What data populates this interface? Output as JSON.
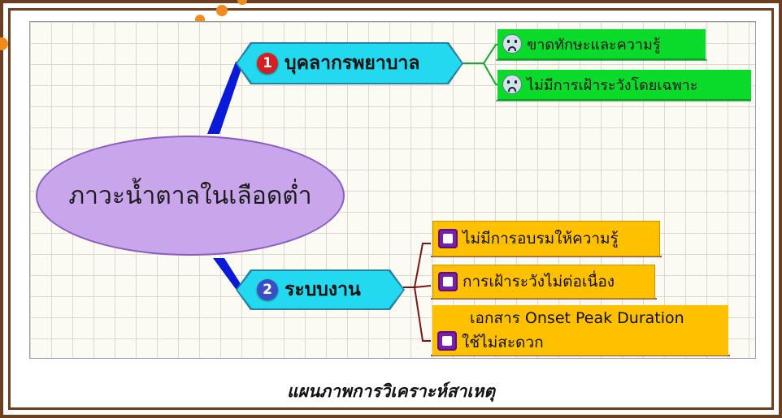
{
  "central_topic": "ภาวะน้ำตาลในเลือดต่ำ",
  "branches": [
    {
      "number": "1",
      "label": "บุคลากรพยาบาล",
      "color": "#22d9ef",
      "badge_color": "#d42020",
      "items": [
        {
          "icon": "sad-face-icon",
          "text": "ขาดทักษะและความรู้"
        },
        {
          "icon": "sad-face-icon",
          "text": "ไม่มีการเฝ้าระวังโดยเฉพาะ"
        }
      ]
    },
    {
      "number": "2",
      "label": "ระบบงาน",
      "color": "#22d9ef",
      "badge_color": "#3b4fc4",
      "items": [
        {
          "icon": "purple-square-icon",
          "text": "ไม่มีการอบรมให้ความรู้"
        },
        {
          "icon": "purple-square-icon",
          "text": "การเฝ้าระวังไม่ต่อเนื่อง"
        },
        {
          "icon": "purple-square-icon",
          "text_line1": "เอกสาร Onset Peak Duration",
          "text_line2": "ใช้ไม่สะดวก"
        }
      ]
    }
  ],
  "caption": "แผนภาพการวิเคราะห์สาเหตุ",
  "colors": {
    "frame": "#6b3f1f",
    "central_fill": "#c9a6ec",
    "green_item": "#0adb2a",
    "yellow_item": "#ffc000",
    "connector_blue": "#0a1ad8",
    "connector_branch2": "#7a1414"
  }
}
